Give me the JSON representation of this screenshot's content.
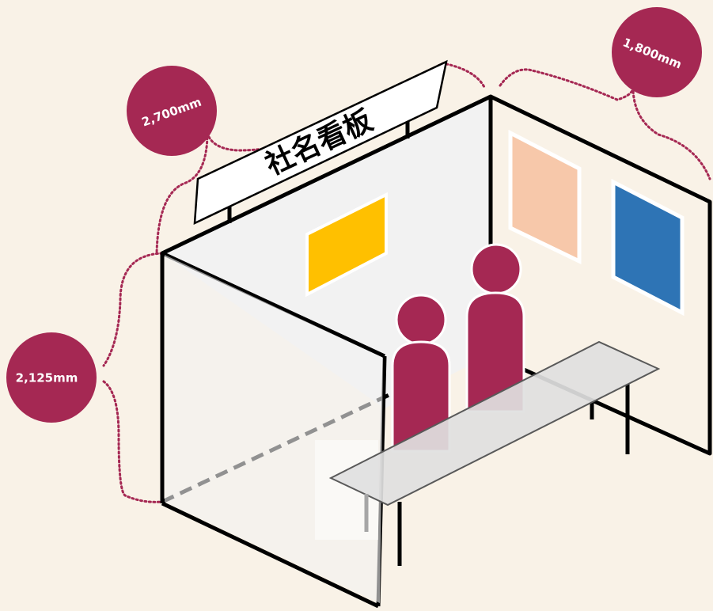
{
  "sign": {
    "label": "社名看板"
  },
  "dimensions": {
    "height": "2,700mm",
    "depth": "1,800mm",
    "width": "2,125mm"
  },
  "colors": {
    "background": "#f9f2e7",
    "accent": "#a52853",
    "dotted_line": "#a52853",
    "panel_yellow": "#ffc000",
    "panel_peach": "#f7c8aa",
    "panel_blue": "#2e74b5",
    "wall": "#f2f2f2"
  },
  "icons": {
    "person_left": "person-icon",
    "person_right": "person-icon"
  }
}
